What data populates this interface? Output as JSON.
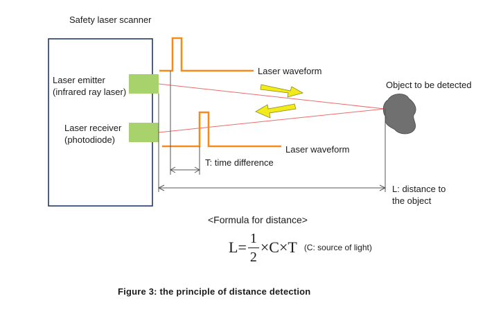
{
  "title": "Safety laser scanner",
  "emitter": {
    "line1": "Laser emitter",
    "line2": "(infrared ray laser)"
  },
  "receiver": {
    "line1": "Laser receiver",
    "line2": "(photodiode)"
  },
  "waveform_top_label": "Laser waveform",
  "waveform_bottom_label": "Laser waveform",
  "object_label": "Object to be detected",
  "time_label": "T: time difference",
  "distance_label": {
    "line1": "L: distance to",
    "line2": "the object"
  },
  "formula_title": "<Formula for distance>",
  "formula": {
    "lhs": "L",
    "equals": "=",
    "numerator": "1",
    "denominator": "2",
    "rhs": "×C×T",
    "note": "(C: source of light)"
  },
  "caption": "Figure 3: the principle of distance detection",
  "colors": {
    "waveform": "#f28c1e",
    "beam": "#ee6a6a",
    "arrow_fill": "#f3ea1a",
    "arrow_stroke": "#8a8a20",
    "emitter_fill": "#a8d26c",
    "object_fill": "#707070",
    "scanner_border": "#1f3a66"
  },
  "icons": {
    "outgoing_arrow": "arrow-right-icon",
    "returning_arrow": "arrow-left-icon"
  }
}
